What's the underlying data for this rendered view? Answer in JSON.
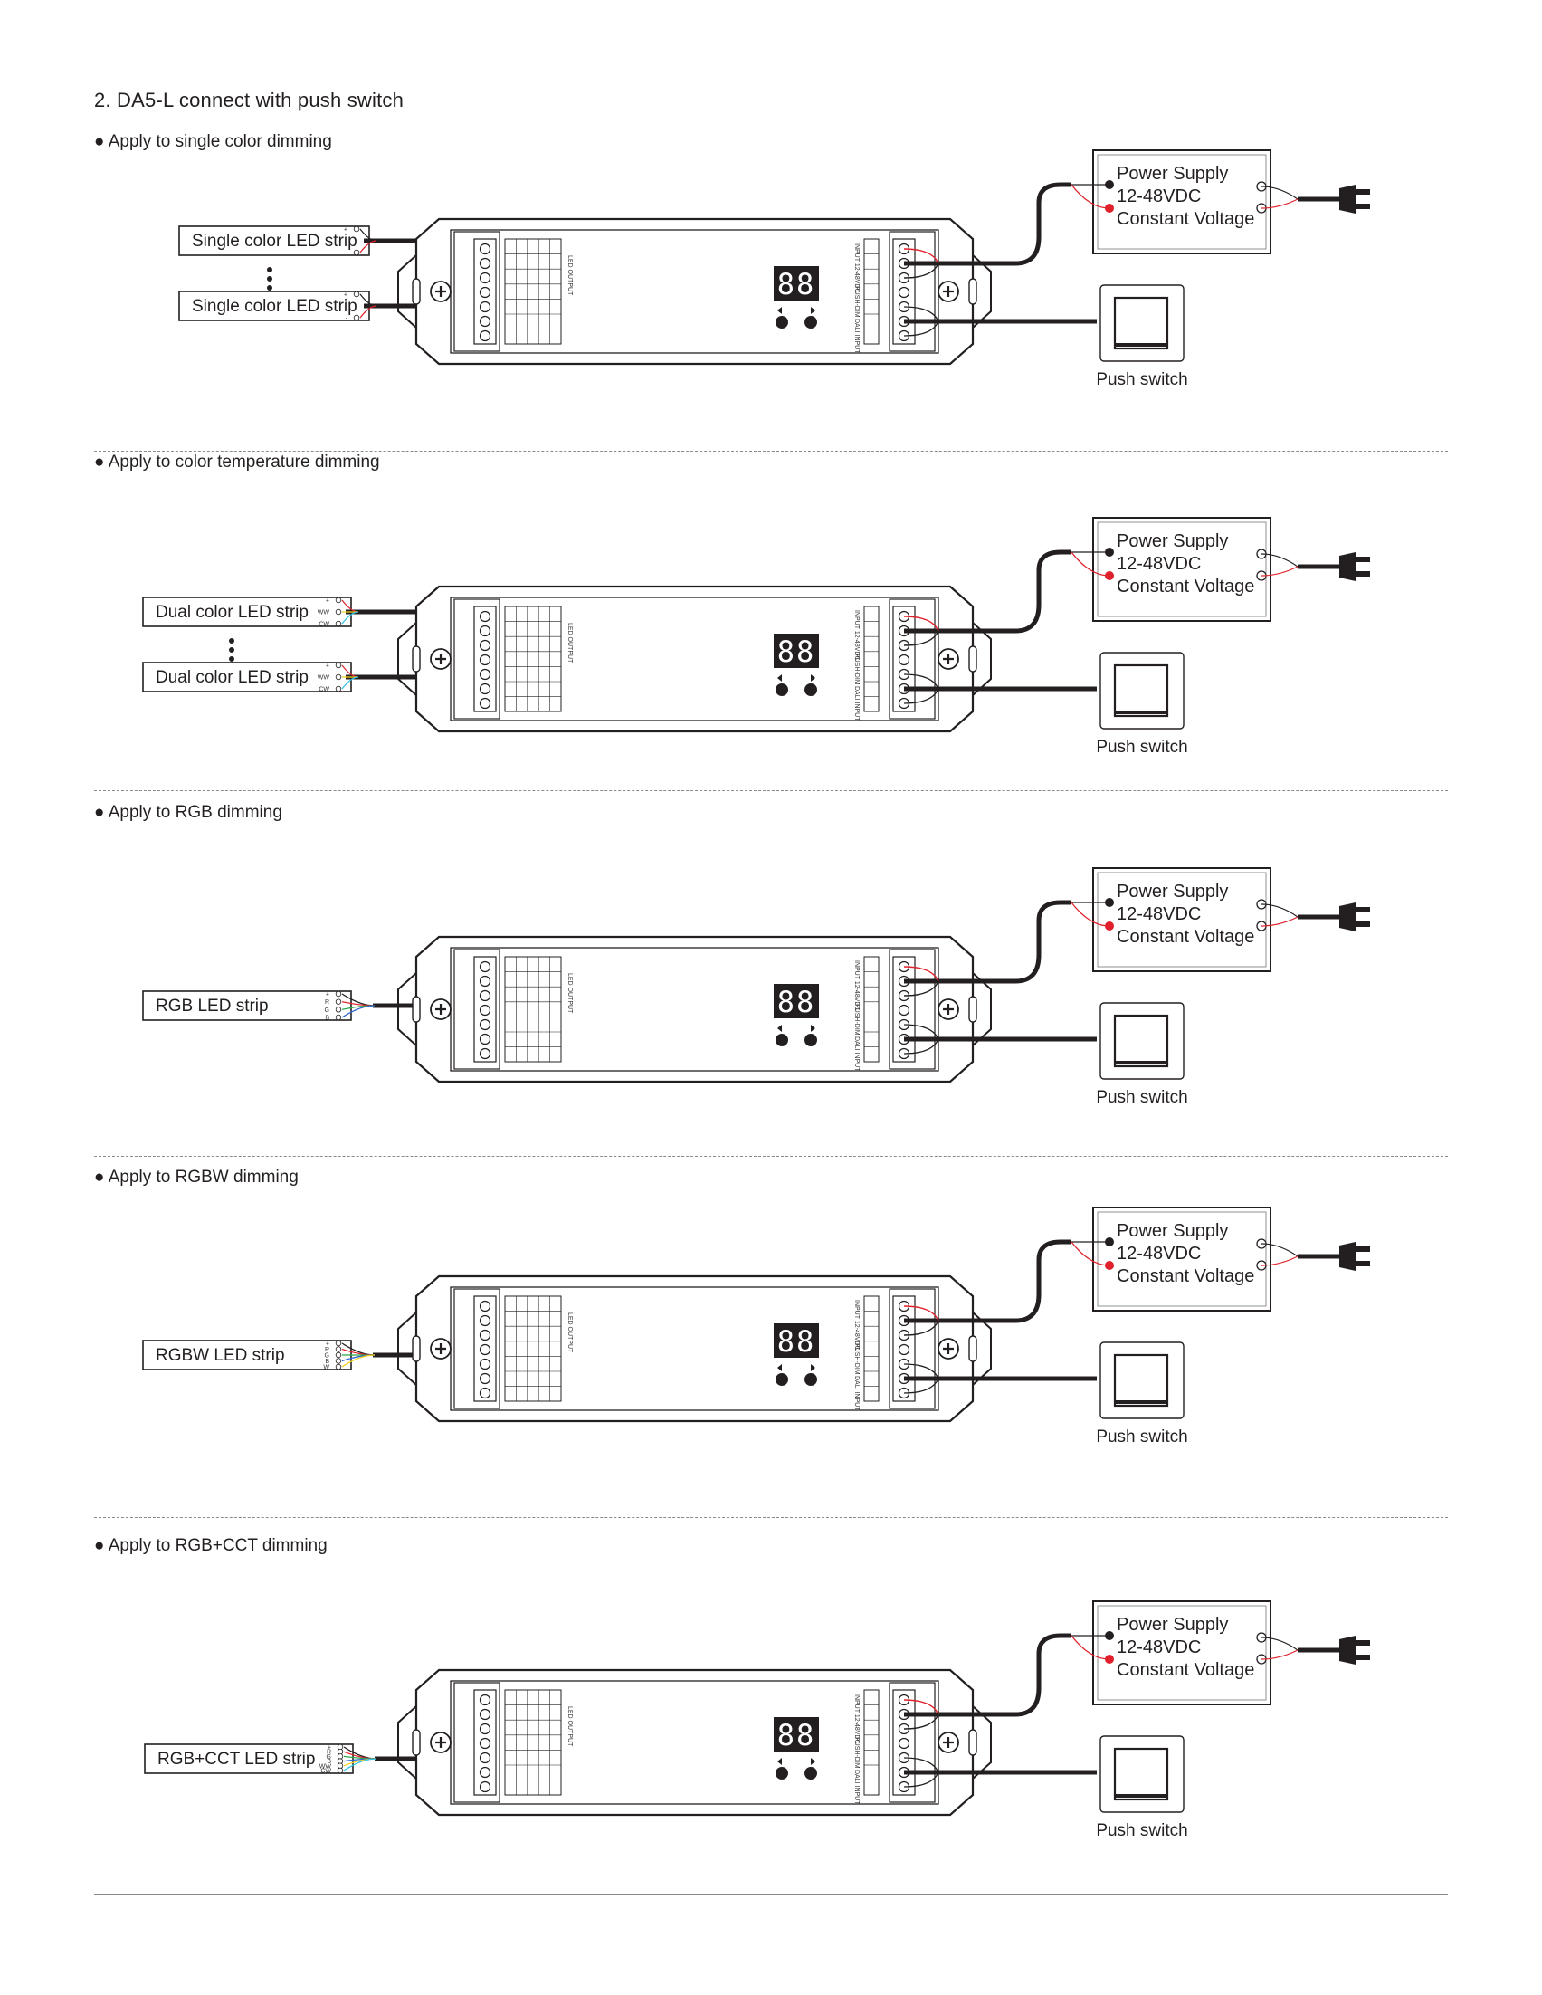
{
  "heading": "2. DA5-L connect with push switch",
  "power_supply": {
    "line1": "Power Supply",
    "line2": "12-48VDC",
    "line3": "Constant Voltage"
  },
  "push_switch_label": "Push switch",
  "display_digits": "88",
  "controller_labels": {
    "input": "INPUT 12-48VDC",
    "push_dim": "PUSH-DIM",
    "dali_input": "DALI INPUT",
    "led_output": "LED OUTPUT"
  },
  "sections": [
    {
      "title": "Apply to single color dimming",
      "strips": [
        "Single color LED strip",
        "Single color LED strip"
      ],
      "pins": [
        "+",
        "-"
      ]
    },
    {
      "title": "Apply to color temperature dimming",
      "strips": [
        "Dual color LED strip",
        "Dual color LED strip"
      ],
      "pins": [
        "+",
        "WW",
        "CW"
      ]
    },
    {
      "title": "Apply to RGB dimming",
      "strips": [
        "RGB LED strip"
      ],
      "pins": [
        "+",
        "R",
        "G",
        "B"
      ]
    },
    {
      "title": "Apply to RGBW dimming",
      "strips": [
        "RGBW LED strip"
      ],
      "pins": [
        "+",
        "R",
        "G",
        "B",
        "W"
      ]
    },
    {
      "title": "Apply to RGB+CCT dimming",
      "strips": [
        "RGB+CCT LED strip"
      ],
      "pins": [
        "+",
        "R",
        "G",
        "B",
        "WW",
        "CW"
      ]
    }
  ],
  "colors": {
    "red": "#e0202a",
    "green": "#2aa84a",
    "blue": "#2a64d0",
    "yellow": "#f2d21c",
    "cyan": "#2ec4e8",
    "ink": "#231f20"
  }
}
